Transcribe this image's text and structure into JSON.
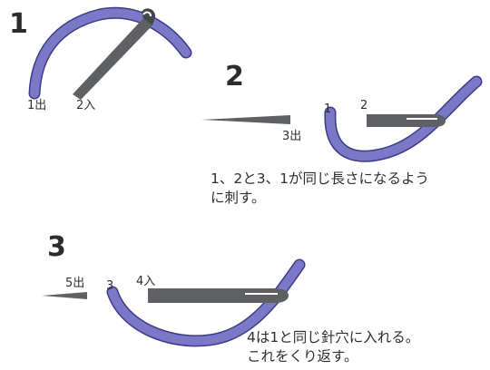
{
  "steps": [
    {
      "number": "1",
      "labels": {
        "out": "1出",
        "in": "2入"
      }
    },
    {
      "number": "2",
      "labels": {
        "p1": "1",
        "p2": "2",
        "out": "3出"
      },
      "caption": [
        "1、2と3、1が同じ長さになるよう",
        "に刺す。"
      ]
    },
    {
      "number": "3",
      "labels": {
        "out": "5出",
        "p3": "3",
        "in": "4入"
      },
      "caption": [
        "4は1と同じ針穴に入れる。",
        "これをくり返す。"
      ]
    }
  ],
  "colors": {
    "thread": "#7c78c8",
    "thread_outline": "#3e3b84",
    "needle": "#5f6063",
    "needle_dark": "#46474a",
    "text": "#2f2f2f"
  }
}
